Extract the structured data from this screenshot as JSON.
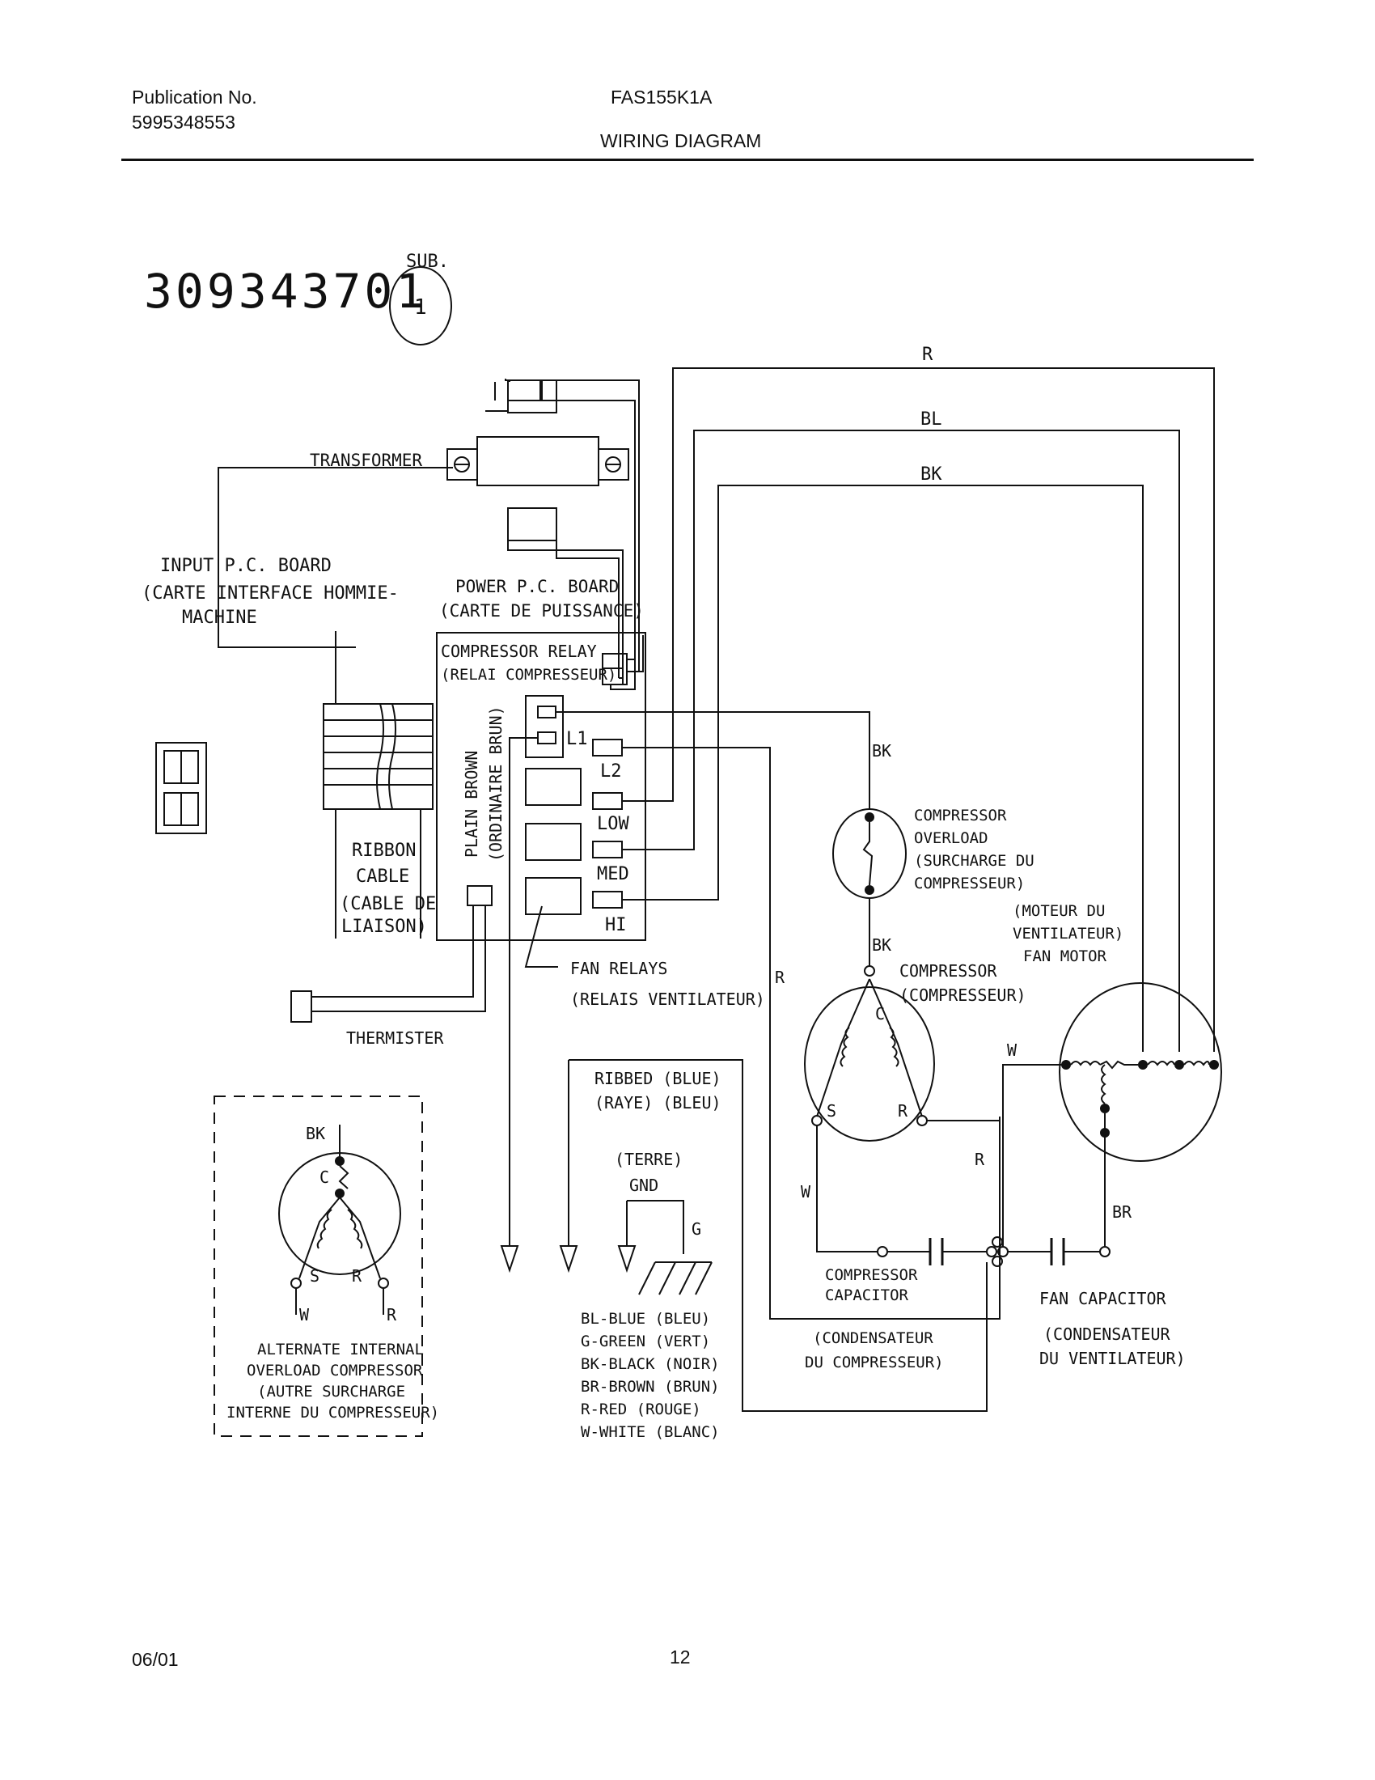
{
  "header": {
    "pub_label": "Publication No.",
    "pub_number": "5995348553",
    "model": "FAS155K1A",
    "section_title": "WIRING DIAGRAM"
  },
  "footer": {
    "date": "06/01",
    "page": "12"
  },
  "diagram": {
    "part_number": "309343701",
    "sub_label": "SUB.",
    "sub_number": "1",
    "wires_top": [
      "R",
      "BL",
      "BK"
    ],
    "labels": {
      "transformer": "TRANSFORMER",
      "input_board_1": "INPUT P.C. BOARD",
      "input_board_2": "(CARTE INTERFACE HOMMIE-",
      "input_board_3": "MACHINE",
      "power_board_1": "POWER P.C. BOARD",
      "power_board_2": "(CARTE DE PUISSANCE)",
      "comp_relay_1": "COMPRESSOR RELAY",
      "comp_relay_2": "(RELAI COMPRESSEUR)",
      "plain_brown_1": "PLAIN BROWN",
      "plain_brown_2": "(ORDINAIRE BRUN)",
      "t_l1": "L1",
      "t_l2": "L2",
      "t_low": "LOW",
      "t_med": "MED",
      "t_hi": "HI",
      "ribbon_1": "RIBBON",
      "ribbon_2": "CABLE",
      "ribbon_3": "(CABLE DE",
      "ribbon_4": "LIAISON)",
      "fan_relays_1": "FAN RELAYS",
      "fan_relays_2": "(RELAIS VENTILATEUR)",
      "thermister": "THERMISTER",
      "bk_upper": "BK",
      "bk_lower": "BK",
      "overload_1": "COMPRESSOR",
      "overload_2": "OVERLOAD",
      "overload_3": "(SURCHARGE DU",
      "overload_4": "COMPRESSEUR)",
      "compressor_1": "COMPRESSOR",
      "compressor_2": "(COMPRESSEUR)",
      "fan_motor_1": "(MOTEUR DU",
      "fan_motor_2": "VENTILATEUR)",
      "fan_motor_3": "FAN MOTOR",
      "wire_r_mid": "R",
      "wire_r_right": "R",
      "wire_w_left": "W",
      "wire_w_right": "W",
      "wire_br": "BR",
      "term_c": "C",
      "term_s": "S",
      "term_r": "R",
      "ribbed_1": "RIBBED (BLUE)",
      "ribbed_2": "(RAYE) (BLEU)",
      "terre": "(TERRE)",
      "gnd": "GND",
      "g": "G",
      "comp_cap_1": "COMPRESSOR",
      "comp_cap_2": "CAPACITOR",
      "comp_cap_3": "(CONDENSATEUR",
      "comp_cap_4": "DU COMPRESSEUR)",
      "fan_cap_1": "FAN CAPACITOR",
      "fan_cap_2": "(CONDENSATEUR",
      "fan_cap_3": "DU VENTILATEUR)",
      "alt_bk": "BK",
      "alt_c": "C",
      "alt_s": "S",
      "alt_r": "R",
      "alt_w": "W",
      "alt_r2": "R",
      "alt_1": "ALTERNATE INTERNAL",
      "alt_2": "OVERLOAD COMPRESSOR",
      "alt_3": "(AUTRE SURCHARGE",
      "alt_4": "INTERNE DU COMPRESSEUR)"
    },
    "legend": [
      "BL-BLUE (BLEU)",
      "G-GREEN (VERT)",
      "BK-BLACK (NOIR)",
      "BR-BROWN (BRUN)",
      "R-RED (ROUGE)",
      "W-WHITE (BLANC)"
    ]
  }
}
